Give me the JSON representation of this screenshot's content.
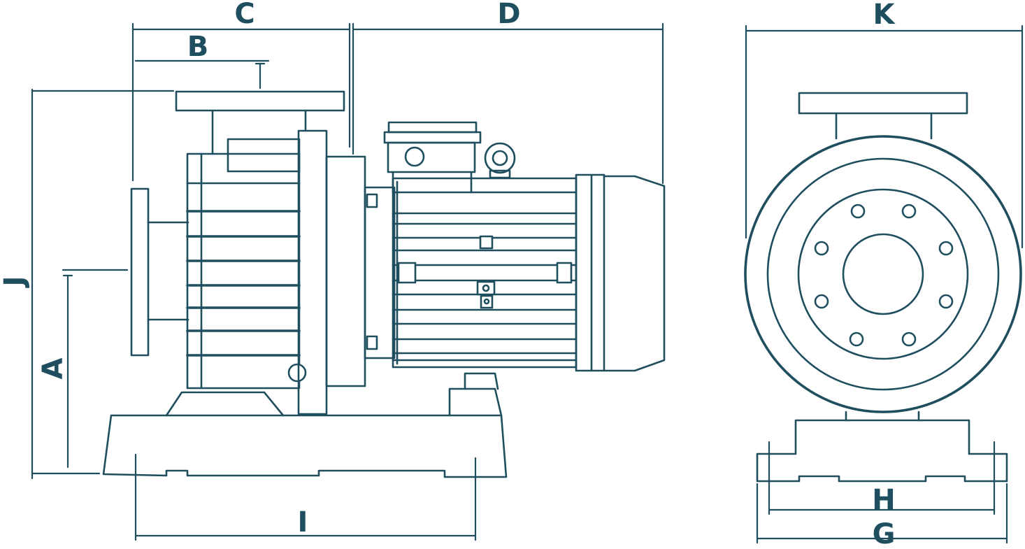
{
  "colors": {
    "ink": "#1f4e5f",
    "background": "#ffffff"
  },
  "labels": {
    "A": "A",
    "B": "B",
    "C": "C",
    "D": "D",
    "G": "G",
    "H": "H",
    "I": "I",
    "J": "J",
    "K": "K"
  }
}
